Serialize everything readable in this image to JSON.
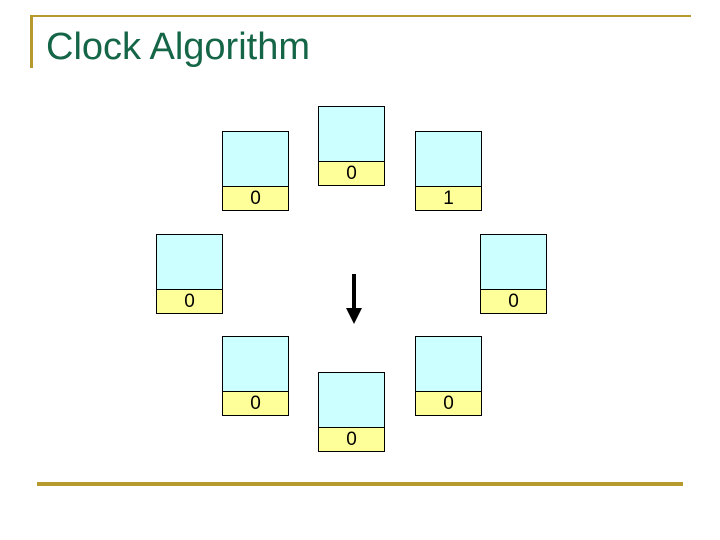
{
  "slide": {
    "title": "Clock Algorithm"
  },
  "colors": {
    "title_text": "#156647",
    "accent_line": "#b79a2e",
    "frame_fill": "#ccffff",
    "use_bit_fill": "#ffff99",
    "frame_border": "#000000",
    "arrow": "#000000"
  },
  "clock_diagram": {
    "frames": [
      {
        "position": "top",
        "use_bit": "0"
      },
      {
        "position": "upper-right",
        "use_bit": "1"
      },
      {
        "position": "right",
        "use_bit": "0"
      },
      {
        "position": "lower-right",
        "use_bit": "0"
      },
      {
        "position": "bottom",
        "use_bit": "0"
      },
      {
        "position": "lower-left",
        "use_bit": "0"
      },
      {
        "position": "left",
        "use_bit": "0"
      },
      {
        "position": "upper-left",
        "use_bit": "0"
      }
    ],
    "pointer": "down-arrow"
  }
}
